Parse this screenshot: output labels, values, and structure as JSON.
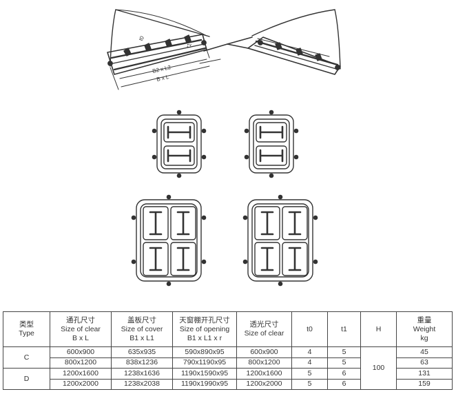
{
  "table": {
    "headers": [
      {
        "cjk": "类型",
        "lines": [
          "Type"
        ]
      },
      {
        "cjk": "通孔尺寸",
        "lines": [
          "Size of clear",
          "B x L"
        ]
      },
      {
        "cjk": "盖板尺寸",
        "lines": [
          "Size of cover",
          "B1 x L1"
        ]
      },
      {
        "cjk": "天窗棚开孔尺寸",
        "lines": [
          "Size of opening",
          "B1 x L1 x r"
        ]
      },
      {
        "cjk": "透光尺寸",
        "lines": [
          "Size of clear"
        ]
      },
      {
        "cjk": "",
        "lines": [
          "t0"
        ]
      },
      {
        "cjk": "",
        "lines": [
          "t1"
        ]
      },
      {
        "cjk": "",
        "lines": [
          "H"
        ]
      },
      {
        "cjk": "重量",
        "lines": [
          "Weight",
          "kg"
        ]
      }
    ],
    "rows": [
      {
        "type": "C",
        "clear": "600x900",
        "cover": "635x935",
        "opening": "590x890x95",
        "light": "600x900",
        "t0": "4",
        "t1": "5",
        "weight": "45"
      },
      {
        "clear": "800x1200",
        "cover": "838x1236",
        "opening": "790x1190x95",
        "light": "800x1200",
        "t0": "4",
        "t1": "5",
        "weight": "63"
      },
      {
        "type": "D",
        "clear": "1200x1600",
        "cover": "1238x1636",
        "opening": "1190x1590x95",
        "light": "1200x1600",
        "t0": "5",
        "t1": "6",
        "weight": "131"
      },
      {
        "clear": "1200x2000",
        "cover": "1238x2038",
        "opening": "1190x1990x95",
        "light": "1200x2000",
        "t0": "5",
        "t1": "6",
        "weight": "159"
      }
    ],
    "h_value": "100"
  },
  "drawing": {
    "dim_labels": {
      "d1": "B2 x L2",
      "d2": "B x L",
      "t1": "t1",
      "t0": "t0"
    }
  }
}
